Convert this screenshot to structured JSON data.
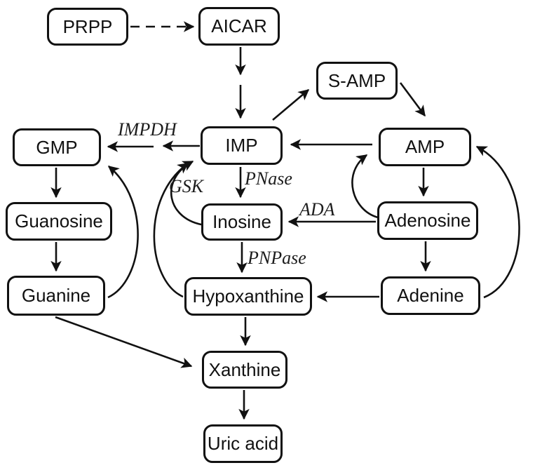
{
  "diagram": {
    "name": "Purine metabolism pathway",
    "colors": {
      "background": "#ffffff",
      "box_fill": "#ffffff",
      "box_border": "#111111",
      "line": "#111111",
      "text": "#111111"
    },
    "nodes": [
      {
        "id": "prpp",
        "label": "PRPP"
      },
      {
        "id": "aicar",
        "label": "AICAR"
      },
      {
        "id": "samp",
        "label": "S-AMP"
      },
      {
        "id": "gmp",
        "label": "GMP"
      },
      {
        "id": "imp",
        "label": "IMP"
      },
      {
        "id": "amp",
        "label": "AMP"
      },
      {
        "id": "guanosine",
        "label": "Guanosine"
      },
      {
        "id": "inosine",
        "label": "Inosine"
      },
      {
        "id": "adenosine",
        "label": "Adenosine"
      },
      {
        "id": "guanine",
        "label": "Guanine"
      },
      {
        "id": "hypoxanthine",
        "label": "Hypoxanthine"
      },
      {
        "id": "adenine",
        "label": "Adenine"
      },
      {
        "id": "xanthine",
        "label": "Xanthine"
      },
      {
        "id": "uricacid",
        "label": "Uric acid"
      }
    ],
    "enzymes": [
      {
        "id": "impdh",
        "label": "IMPDH"
      },
      {
        "id": "pnase",
        "label": "PNase"
      },
      {
        "id": "gsk",
        "label": "GSK"
      },
      {
        "id": "ada",
        "label": "ADA"
      },
      {
        "id": "pnpase",
        "label": "PNPase"
      }
    ],
    "edges": [
      {
        "from": "PRPP",
        "to": "AICAR",
        "style": "dashed"
      },
      {
        "from": "AICAR",
        "to": "IMP",
        "style": "double-arrowhead"
      },
      {
        "from": "IMP",
        "to": "S-AMP",
        "style": "solid"
      },
      {
        "from": "S-AMP",
        "to": "AMP",
        "style": "solid"
      },
      {
        "from": "AMP",
        "to": "IMP",
        "style": "solid"
      },
      {
        "from": "IMP",
        "to": "GMP",
        "enzyme": "IMPDH",
        "style": "double-arrowhead"
      },
      {
        "from": "IMP",
        "to": "Inosine",
        "enzyme": "PNase",
        "style": "solid"
      },
      {
        "from": "Inosine",
        "to": "IMP",
        "enzyme": "GSK",
        "style": "curved"
      },
      {
        "from": "Adenosine",
        "to": "Inosine",
        "enzyme": "ADA",
        "style": "solid"
      },
      {
        "from": "AMP",
        "to": "Adenosine",
        "style": "solid"
      },
      {
        "from": "Adenosine",
        "to": "AMP",
        "style": "curved"
      },
      {
        "from": "Adenosine",
        "to": "Adenine",
        "style": "solid"
      },
      {
        "from": "Adenine",
        "to": "Hypoxanthine",
        "style": "solid"
      },
      {
        "from": "Adenine",
        "to": "AMP",
        "style": "curved"
      },
      {
        "from": "Inosine",
        "to": "Hypoxanthine",
        "enzyme": "PNPase",
        "style": "solid"
      },
      {
        "from": "GMP",
        "to": "Guanosine",
        "style": "solid"
      },
      {
        "from": "Guanosine",
        "to": "Guanine",
        "style": "solid"
      },
      {
        "from": "Guanine",
        "to": "GMP",
        "style": "curved"
      },
      {
        "from": "Hypoxanthine",
        "to": "IMP",
        "style": "curved"
      },
      {
        "from": "Guanine",
        "to": "Xanthine",
        "style": "solid"
      },
      {
        "from": "Hypoxanthine",
        "to": "Xanthine",
        "style": "solid"
      },
      {
        "from": "Xanthine",
        "to": "Uric acid",
        "style": "solid"
      }
    ]
  }
}
